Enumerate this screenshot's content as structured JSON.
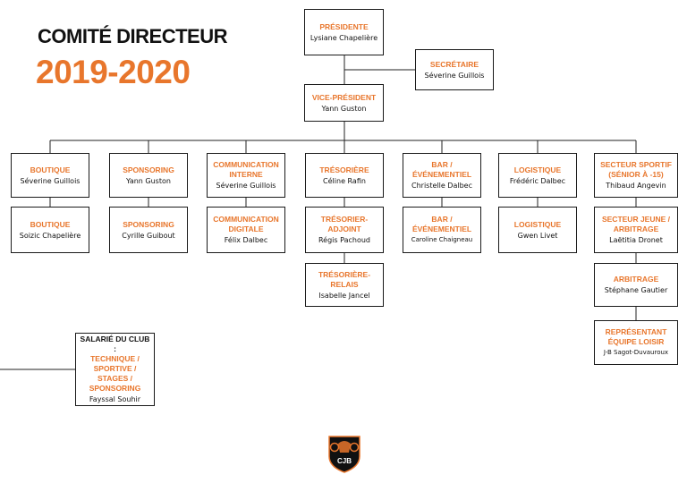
{
  "header": {
    "title": "COMITÉ DIRECTEUR",
    "season": "2019-2020"
  },
  "colors": {
    "accent": "#e8762c",
    "text": "#111111",
    "border": "#1a1a1a"
  },
  "boxes": {
    "presidente": {
      "role": "PRÉSIDENTE",
      "person": "Lysiane Chapelière"
    },
    "secretaire": {
      "role": "SECRÉTAIRE",
      "person": "Séverine Guillois"
    },
    "vice_president": {
      "role": "VICE-PRÉSIDENT",
      "person": "Yann Guston"
    },
    "boutique_1": {
      "role": "BOUTIQUE",
      "person": "Séverine Guillois"
    },
    "sponsoring_1": {
      "role": "SPONSORING",
      "person": "Yann Guston"
    },
    "communication_interne": {
      "role": "COMMUNICATION INTERNE",
      "person": "Séverine Guillois"
    },
    "tresoriere": {
      "role": "TRÉSORIÈRE",
      "person": "Céline Rafin"
    },
    "bar_1": {
      "role": "BAR / ÉVÉNEMENTIEL",
      "person": "Christelle Dalbec"
    },
    "logistique_1": {
      "role": "LOGISTIQUE",
      "person": "Frédéric Dalbec"
    },
    "secteur_sportif": {
      "role": "SECTEUR SPORTIF (SÉNIOR À -15)",
      "person": "Thibaud Angevin"
    },
    "boutique_2": {
      "role": "BOUTIQUE",
      "person": "Soizic Chapelière"
    },
    "sponsoring_2": {
      "role": "SPONSORING",
      "person": "Cyrille Guibout"
    },
    "communication_digitale": {
      "role": "COMMUNICATION DIGITALE",
      "person": "Félix Dalbec"
    },
    "tresorier_adjoint": {
      "role": "TRÉSORIER-ADJOINT",
      "person": "Régis Pachoud"
    },
    "bar_2": {
      "role": "BAR / ÉVÉNEMENTIEL",
      "person": "Caroline Chaigneau"
    },
    "logistique_2": {
      "role": "LOGISTIQUE",
      "person": "Gwen Livet"
    },
    "secteur_jeune": {
      "role": "SECTEUR JEUNE / ARBITRAGE",
      "person": "Laëtitia Dronet"
    },
    "tresoriere_relais": {
      "role": "TRÉSORIÈRE-RELAIS",
      "person": "Isabelle Jancel"
    },
    "arbitrage": {
      "role": "ARBITRAGE",
      "person": "Stéphane Gautier"
    },
    "representant_loisir": {
      "role": "REPRÉSENTANT ÉQUIPE LOISIR",
      "person": "J-B Sagot-Duvauroux"
    }
  },
  "salarie": {
    "heading": "SALARIÉ DU CLUB :",
    "role": "TECHNIQUE / SPORTIVE / STAGES / SPONSORING",
    "person": "Fayssal Souhir"
  },
  "logo": {
    "text": "CJB",
    "icon": "club-crest-icon"
  }
}
